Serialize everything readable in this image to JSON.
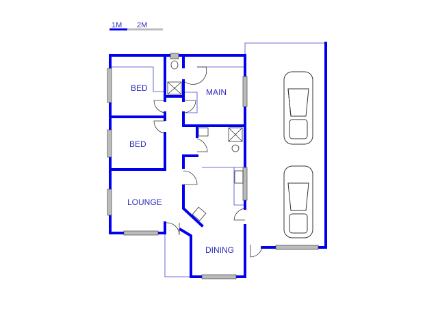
{
  "scale_bar": {
    "label_1": "1M",
    "label_2": "2M"
  },
  "rooms": {
    "bed_1": "BED",
    "bed_2": "BED",
    "main": "MAIN",
    "lounge": "LOUNGE",
    "dining": "DINING"
  },
  "colors": {
    "wall": "#0000ee",
    "label": "#2b2bc0"
  }
}
